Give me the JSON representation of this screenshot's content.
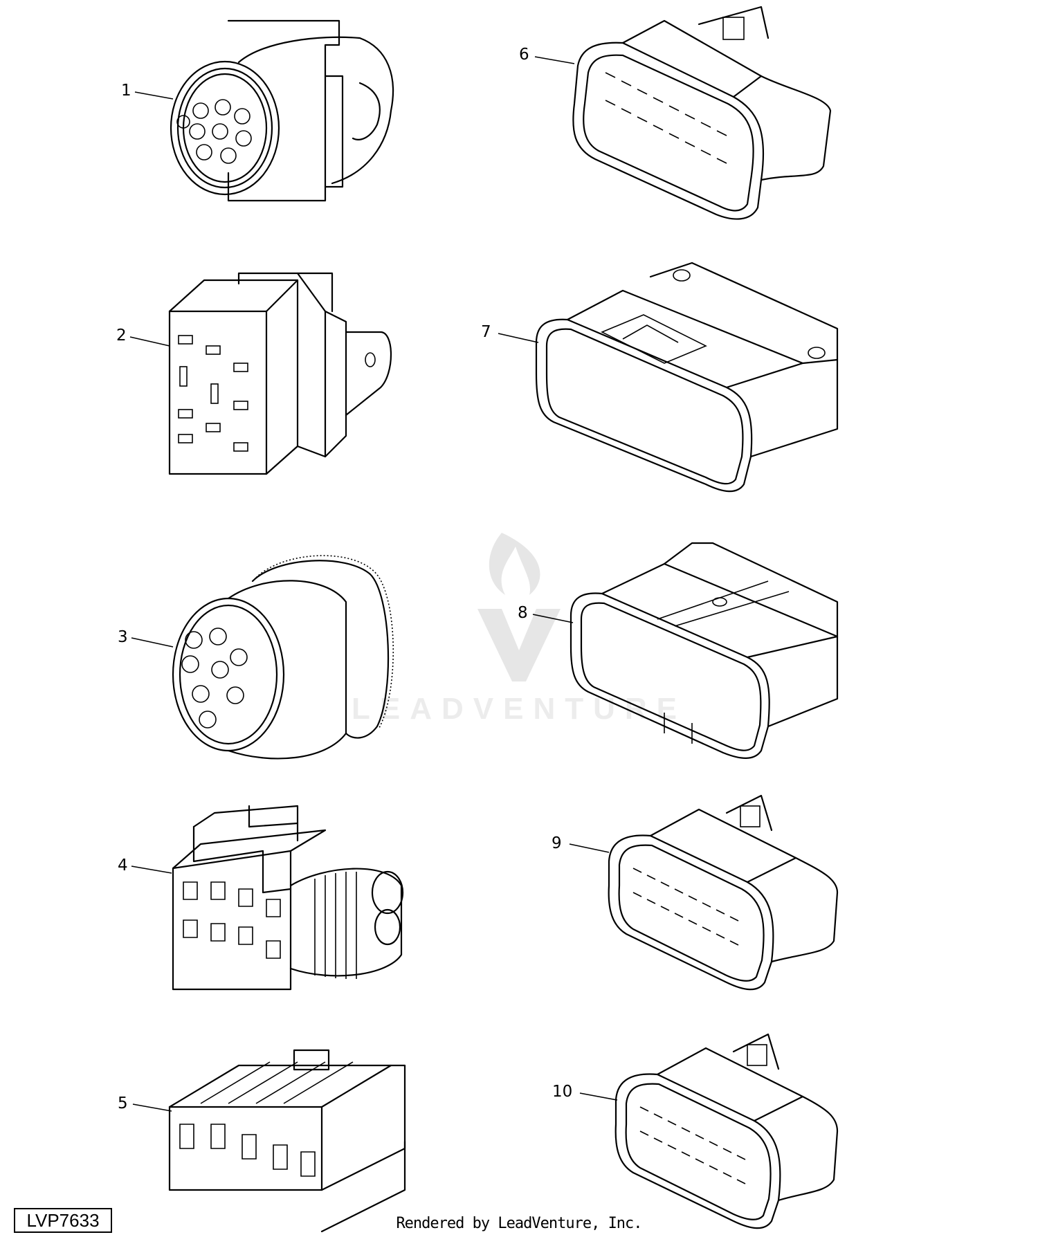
{
  "callouts": [
    {
      "number": "1"
    },
    {
      "number": "2"
    },
    {
      "number": "3"
    },
    {
      "number": "4"
    },
    {
      "number": "5"
    },
    {
      "number": "6"
    },
    {
      "number": "7"
    },
    {
      "number": "8"
    },
    {
      "number": "9"
    },
    {
      "number": "10"
    }
  ],
  "diagram_id": "LVP7633",
  "credit": "Rendered by LeadVenture, Inc.",
  "watermark": "LEADVENTURE"
}
